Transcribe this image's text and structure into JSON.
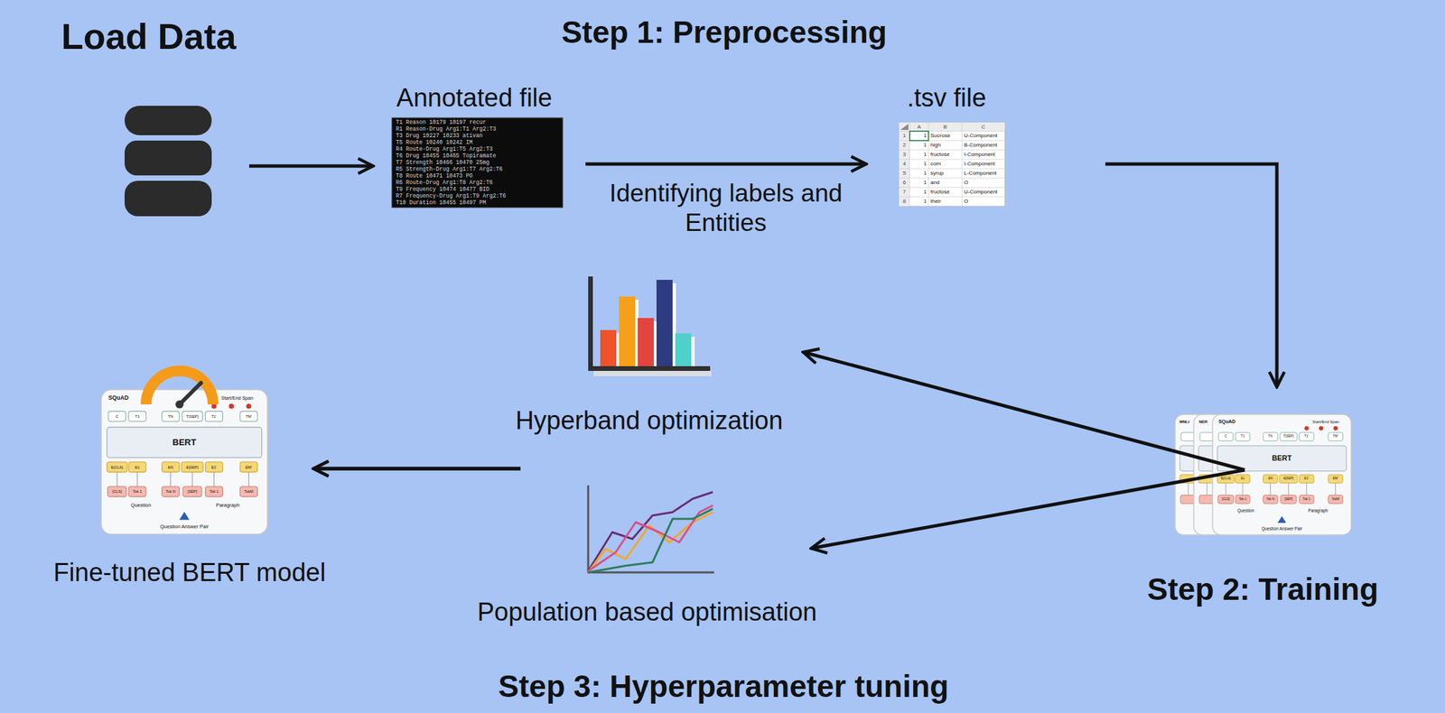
{
  "diagram": {
    "nodes": [
      {
        "text": [
          "Load Data"
        ]
      },
      {
        "text": [
          "Annotated file"
        ]
      },
      {
        "text": [
          ".tsv file"
        ]
      },
      {
        "text": [
          "Step 2: Training"
        ]
      },
      {
        "text": [
          "Hyperband optimization"
        ]
      },
      {
        "text": [
          "Population based optimisation"
        ]
      },
      {
        "text": [
          "Fine-tuned BERT model"
        ]
      }
    ],
    "edges": [
      {
        "from": 0,
        "to": 1,
        "arrow": "to"
      },
      {
        "from": 1,
        "to": 2,
        "label": "Identifying labels and Entities",
        "arrow": "to"
      },
      {
        "from": 2,
        "to": 3,
        "arrow": "to"
      },
      {
        "from": 3,
        "to": 4,
        "arrow": "to"
      },
      {
        "from": 3,
        "to": 5,
        "arrow": "to"
      },
      {
        "from": 4,
        "to": 6,
        "arrow": "to"
      },
      {
        "from": 5,
        "to": 6,
        "arrow": "to"
      }
    ],
    "labels": [
      "Step 1: Preprocessing",
      "Step 3: Hyperparameter tuning",
      "T1 Reason 10179 10197 recur",
      "R1 Reason-Drug Arg1:T1 Arg2:T3",
      "T3 Drug 10227 10233 ativan",
      "T5 Route 10240 10242 IM",
      "R4 Route-Drug Arg1:T5 Arg2:T3",
      "T6 Drug 10455 10465 Topiramate",
      "T7 Strength 10466 10470 25mg",
      "R5 Strength-Drug Arg1:T7 Arg2:T6",
      "T8 Route 10471 10473 PO",
      "R6 Route-Drug Arg1:T8 Arg2:T6",
      "T9 Frequency 10474 10477 BID",
      "R7 Frequency-Drug Arg1:T9 Arg2:T6",
      "T10 Duration 10455 10497 PM",
      "A",
      "B",
      "C",
      "1",
      "1",
      "Sucrose",
      "U-Component",
      "2",
      "1",
      "high",
      "B-Component",
      "3",
      "1",
      "fructose",
      "I-Component",
      "4",
      "1",
      "corn",
      "I-Component",
      "5",
      "1",
      "syrup",
      "L-Component",
      "6",
      "1",
      "and",
      "O",
      "7",
      "1",
      "fructose",
      "U-Component",
      "8",
      "1",
      "their",
      "O",
      "SQuAD",
      "Start/End Span",
      "C",
      "T1",
      "TN",
      "T[SEP]",
      "T1'",
      "TM'",
      "BERT",
      "E[CLS]",
      "E1",
      "EN",
      "E[SEP]",
      "E1'",
      "EM'",
      "[CLS]",
      "Tok 1",
      "Tok N",
      "[SEP]",
      "Tok 1",
      "TokM",
      "Question",
      "Paragraph",
      "Question Answer Pair",
      "MNLI",
      "NER",
      "SQuAD",
      "Start/End Span",
      "C",
      "T1",
      "TN",
      "T[SEP]",
      "T1'",
      "TM'",
      "BERT",
      "E[CLS]",
      "E1",
      "EN",
      "E[SEP]",
      "E1'",
      "EM'",
      "[CLS]",
      "Tok 1",
      "Tok N",
      "[SEP]",
      "Tok 1",
      "TokM",
      "Question",
      "Paragraph",
      "Question Answer Pair"
    ]
  }
}
